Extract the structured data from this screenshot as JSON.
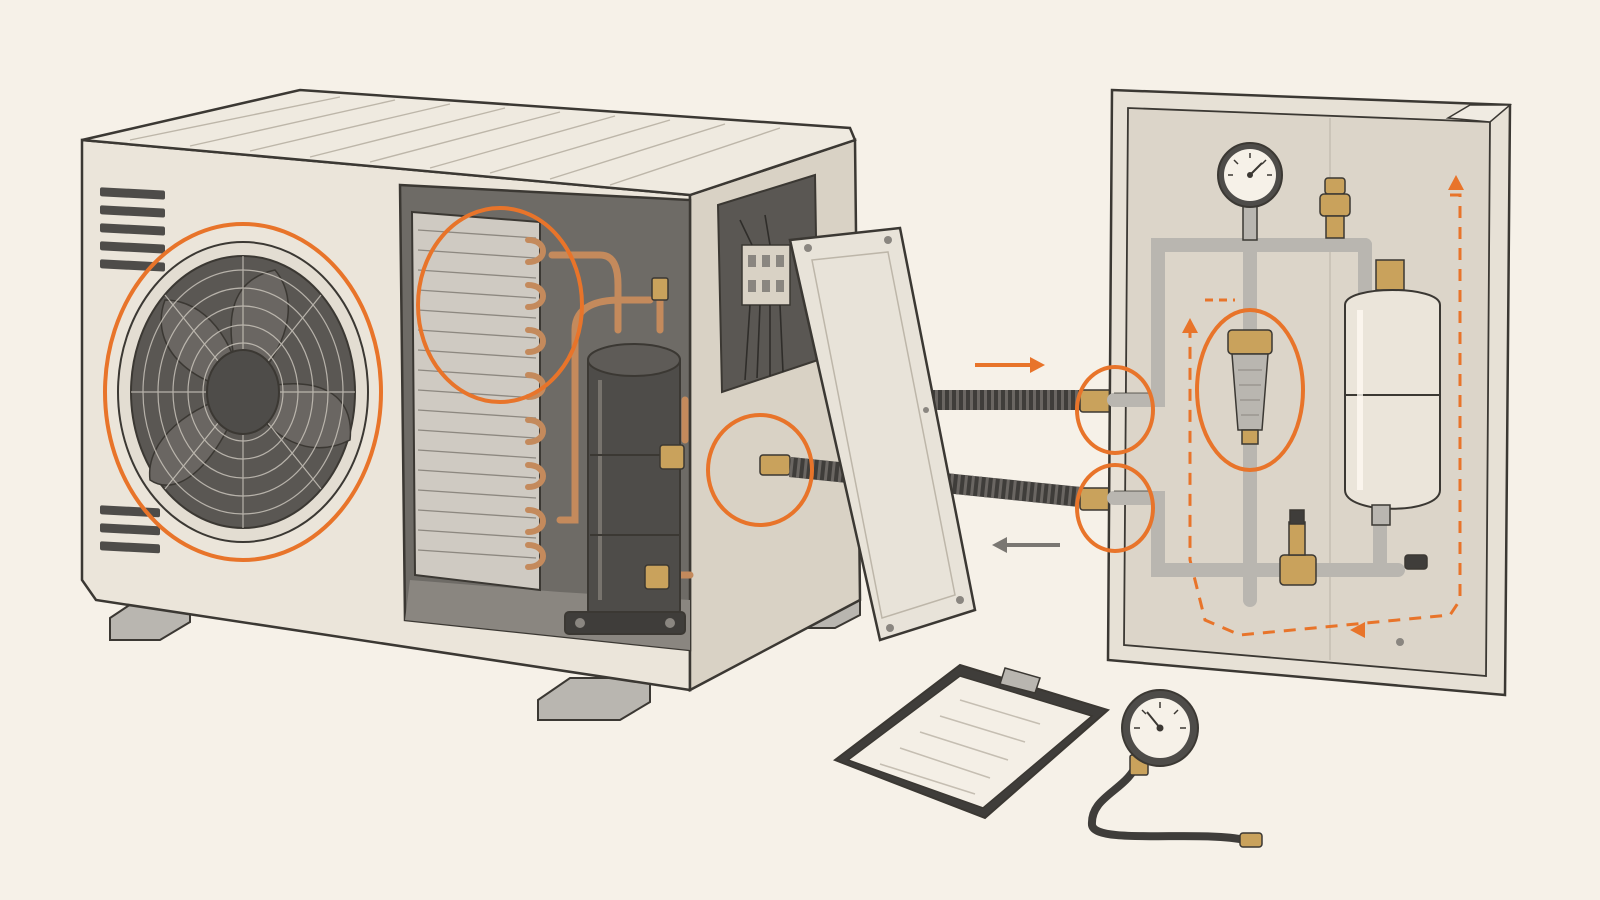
{
  "illustration": {
    "subject": "heat-pump-outdoor-unit-and-hydraulic-panel",
    "printed_text": []
  },
  "colors": {
    "background": "#f6f1e8",
    "casing": "#ebe5da",
    "casing_shade": "#d9d2c5",
    "outline": "#3b3833",
    "metal_dark": "#4e4c49",
    "fan_blade": "#6a6662",
    "copper": "#c48a5c",
    "brass": "#c9a25c",
    "steel": "#b9b6b0",
    "highlight": "#e8742a",
    "arrow_grey": "#7a7772",
    "panel_wall": "#e7e1d6"
  },
  "components": [
    {
      "name": "outdoor-unit-casing",
      "icon": "box-icon"
    },
    {
      "name": "condenser-fan",
      "icon": "fan-icon"
    },
    {
      "name": "heat-exchanger-coil",
      "icon": "coil-icon"
    },
    {
      "name": "compressor",
      "icon": "cylinder-icon"
    },
    {
      "name": "control-board",
      "icon": "circuit-icon"
    },
    {
      "name": "service-panel",
      "icon": "panel-icon"
    },
    {
      "name": "flow-pipe",
      "icon": "pipe-icon"
    },
    {
      "name": "return-pipe",
      "icon": "pipe-icon"
    },
    {
      "name": "wall-hydraulic-panel",
      "icon": "cabinet-icon"
    },
    {
      "name": "pressure-gauge",
      "icon": "gauge-icon"
    },
    {
      "name": "air-vent-valve",
      "icon": "valve-icon"
    },
    {
      "name": "strainer-filter",
      "icon": "filter-icon"
    },
    {
      "name": "expansion-vessel",
      "icon": "tank-icon"
    },
    {
      "name": "drain-valve",
      "icon": "valve-icon"
    },
    {
      "name": "clipboard",
      "icon": "clipboard-icon"
    },
    {
      "name": "handheld-pressure-gauge",
      "icon": "gauge-icon"
    }
  ],
  "highlights": [
    "condenser-fan",
    "heat-exchanger-coil",
    "service-pipe-connection",
    "panel-flow-connection",
    "panel-return-connection",
    "strainer-filter"
  ],
  "flow_arrows": [
    {
      "name": "flow-arrow-to-panel",
      "direction": "right",
      "color": "highlight"
    },
    {
      "name": "flow-arrow-to-unit",
      "direction": "left",
      "color": "arrow_grey"
    },
    {
      "name": "panel-circulation-loop",
      "direction": "clockwise",
      "style": "dashed"
    }
  ]
}
